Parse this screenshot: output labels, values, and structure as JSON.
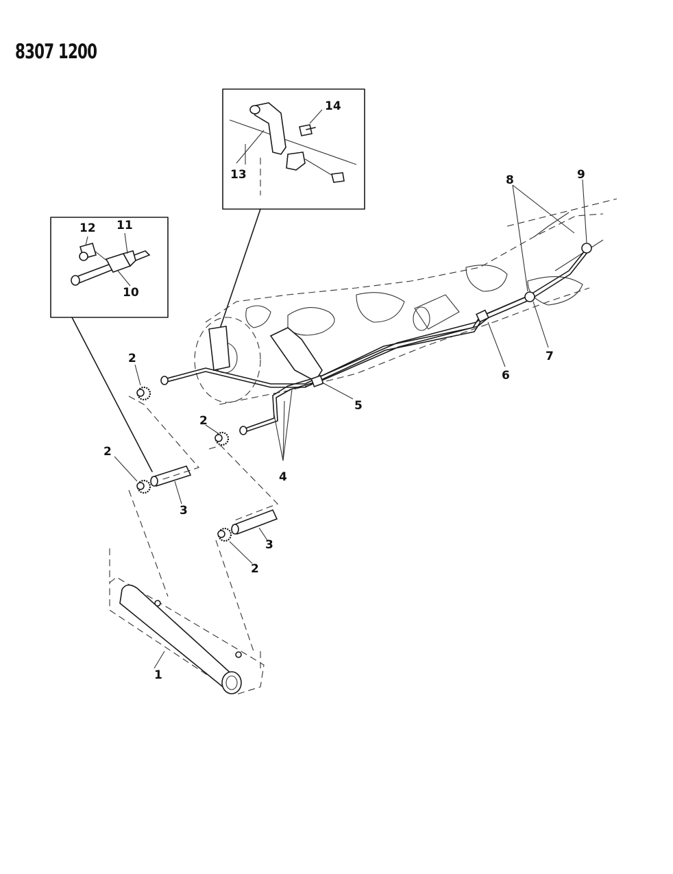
{
  "document": {
    "id": "8307 1200"
  },
  "callouts": {
    "c1": "1",
    "c2a": "2",
    "c2b": "2",
    "c2c": "2",
    "c2d": "2",
    "c3a": "3",
    "c3b": "3",
    "c4": "4",
    "c5": "5",
    "c6": "6",
    "c7": "7",
    "c8": "8",
    "c9": "9",
    "c10": "10",
    "c11": "11",
    "c12": "12",
    "c13": "13",
    "c14": "14"
  }
}
